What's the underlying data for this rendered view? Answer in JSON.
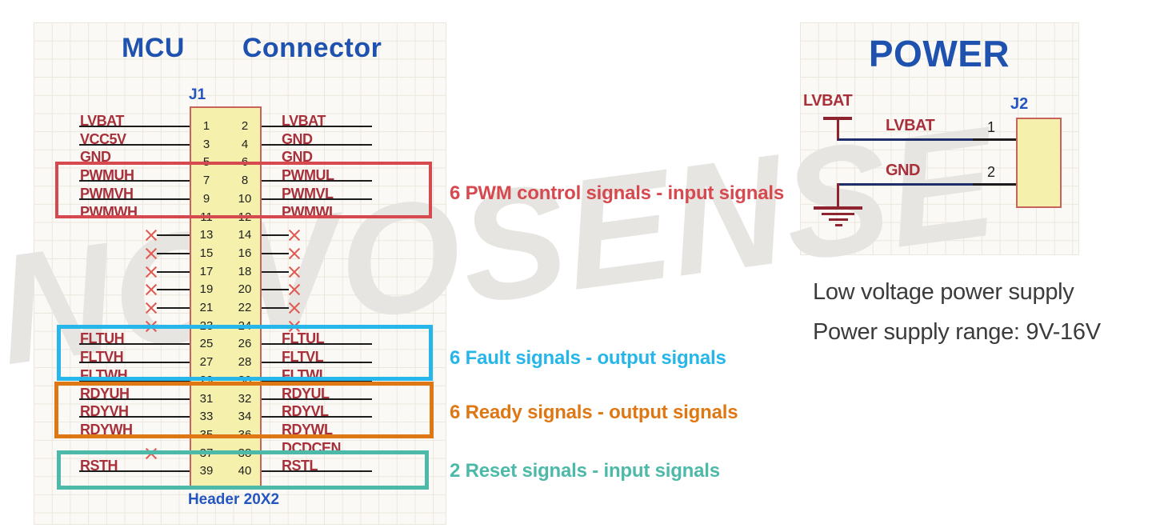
{
  "watermark": "NOVOSENSE",
  "mcu_section": {
    "title": "MCU  Connector",
    "designator": "J1",
    "footprint": "Header 20X2",
    "pin_rows": [
      {
        "left_pin": 1,
        "right_pin": 2,
        "left_label": "LVBAT",
        "right_label": "LVBAT"
      },
      {
        "left_pin": 3,
        "right_pin": 4,
        "left_label": "VCC5V",
        "right_label": "GND"
      },
      {
        "left_pin": 5,
        "right_pin": 6,
        "left_label": "GND",
        "right_label": "GND"
      },
      {
        "left_pin": 7,
        "right_pin": 8,
        "left_label": "PWMUH",
        "right_label": "PWMUL"
      },
      {
        "left_pin": 9,
        "right_pin": 10,
        "left_label": "PWMVH",
        "right_label": "PWMVL"
      },
      {
        "left_pin": 11,
        "right_pin": 12,
        "left_label": "PWMWH",
        "right_label": "PWMWL"
      },
      {
        "left_pin": 13,
        "right_pin": 14,
        "left_nc": true,
        "right_nc": true
      },
      {
        "left_pin": 15,
        "right_pin": 16,
        "left_nc": true,
        "right_nc": true
      },
      {
        "left_pin": 17,
        "right_pin": 18,
        "left_nc": true,
        "right_nc": true
      },
      {
        "left_pin": 19,
        "right_pin": 20,
        "left_nc": true,
        "right_nc": true
      },
      {
        "left_pin": 21,
        "right_pin": 22,
        "left_nc": true,
        "right_nc": true
      },
      {
        "left_pin": 23,
        "right_pin": 24,
        "left_nc": true,
        "right_nc": true
      },
      {
        "left_pin": 25,
        "right_pin": 26,
        "left_label": "FLTUH",
        "right_label": "FLTUL"
      },
      {
        "left_pin": 27,
        "right_pin": 28,
        "left_label": "FLTVH",
        "right_label": "FLTVL"
      },
      {
        "left_pin": 29,
        "right_pin": 30,
        "left_label": "FLTWH",
        "right_label": "FLTWL"
      },
      {
        "left_pin": 31,
        "right_pin": 32,
        "left_label": "RDYUH",
        "right_label": "RDYUL"
      },
      {
        "left_pin": 33,
        "right_pin": 34,
        "left_label": "RDYVH",
        "right_label": "RDYVL"
      },
      {
        "left_pin": 35,
        "right_pin": 36,
        "left_label": "RDYWH",
        "right_label": "RDYWL"
      },
      {
        "left_pin": 37,
        "right_pin": 38,
        "left_nc": true,
        "right_label": "DCDCEN"
      },
      {
        "left_pin": 39,
        "right_pin": 40,
        "left_label": "RSTH",
        "right_label": "RSTL"
      }
    ]
  },
  "signal_groups": [
    {
      "label": "6 PWM control signals - input signals",
      "color": "#d6494f"
    },
    {
      "label": "6 Fault signals - output signals",
      "color": "#27b6e9"
    },
    {
      "label": "6 Ready signals - output signals",
      "color": "#de7814"
    },
    {
      "label": "2 Reset signals - input signals",
      "color": "#4cb9a9"
    }
  ],
  "power_section": {
    "title": "POWER",
    "designator": "J2",
    "power_port": "LVBAT",
    "nets": [
      {
        "label": "LVBAT",
        "pin": "1"
      },
      {
        "label": "GND",
        "pin": "2"
      }
    ],
    "notes": [
      "Low voltage power supply",
      "Power supply range: 9V-16V"
    ]
  },
  "colors": {
    "net_label": "#a8303a",
    "designator_blue": "#2456c0",
    "title_blue": "#1e52ae",
    "wire_black": "#1c1c1c",
    "wire_navy": "#1f2d6a",
    "connector_fill": "#f5f1ad",
    "connector_border": "#c7635a",
    "nc_cross": "#e05a52",
    "power_symbol": "#8e2430",
    "watermark_gray": "#e7e5e1",
    "note_text": "#3b3b3b"
  }
}
